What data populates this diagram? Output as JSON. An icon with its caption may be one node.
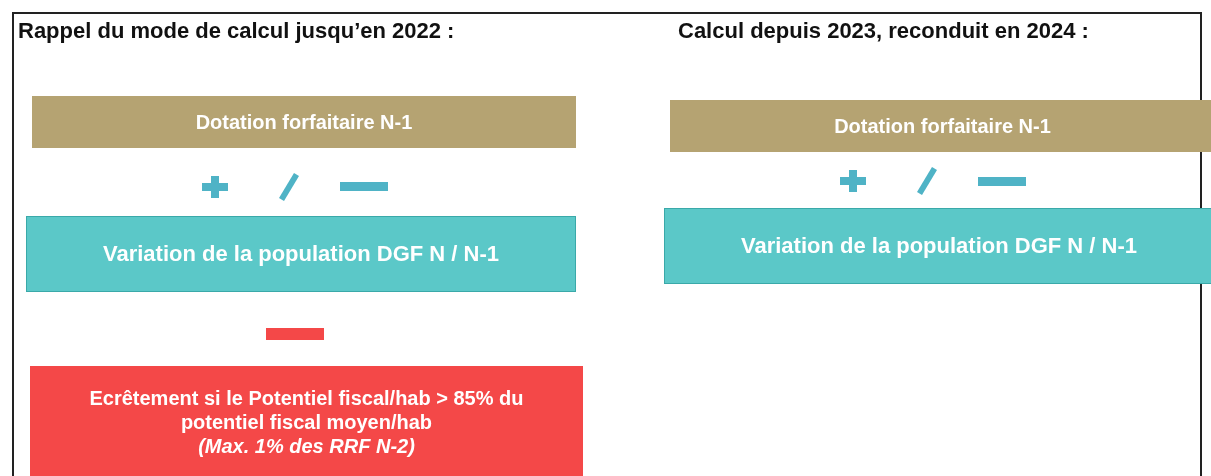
{
  "diagram": {
    "nodes": [
      {
        "text": [
          "Dotation forfaitaire N-1"
        ]
      },
      {
        "text": [
          "Variation de la population DGF N / N-1"
        ]
      },
      {
        "text": [
          "Ecrêtement si le Potentiel fiscal/hab > 85% du potentiel fiscal moyen/hab",
          "(Max. 1% des RRF N-2)"
        ]
      },
      {
        "text": [
          "Dotation forfaitaire N-1"
        ]
      },
      {
        "text": [
          "Variation de la population DGF N / N-1"
        ]
      }
    ],
    "labels": [
      "Rappel du mode de calcul jusqu’en 2022 :",
      "Calcul depuis 2023, reconduit en 2024 :"
    ]
  }
}
